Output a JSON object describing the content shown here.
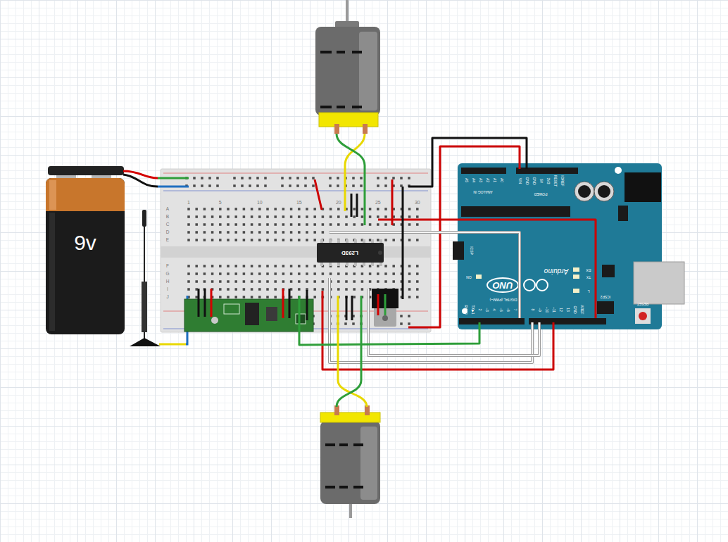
{
  "diagram": {
    "nodes": [
      {
        "text": [
          "9v"
        ]
      },
      {
        "text": [
          "L293D"
        ]
      },
      {
        "text": [
          "UNO",
          "Arduino"
        ]
      }
    ],
    "labels": [
      "1",
      "5",
      "10",
      "15",
      "20",
      "25",
      "30",
      "A",
      "B",
      "C",
      "D",
      "E",
      "F",
      "G",
      "H",
      "I",
      "J",
      "A5",
      "A4",
      "A3",
      "A2",
      "A1",
      "A0",
      "ANALOG IN",
      "VIN",
      "GND",
      "GND",
      "5V",
      "3V3",
      "RESET",
      "IOREF",
      "POWER",
      "ICSP",
      "ON",
      "RX",
      "TX",
      "L",
      "DIGITAL (PWM~)",
      "RX◀0",
      "TX▶1",
      "2",
      "~3",
      "4",
      "~5",
      "~6",
      "7",
      "8",
      "~9",
      "~10",
      "~11",
      "12",
      "13",
      "GND",
      "AREF",
      "ICSP2",
      "RESET"
    ]
  }
}
